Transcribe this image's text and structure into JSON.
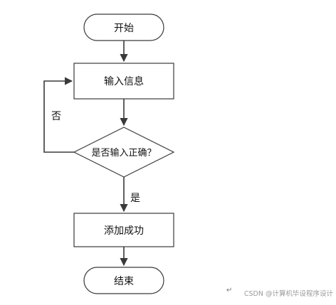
{
  "flowchart": {
    "start": "开始",
    "input": "输入信息",
    "decision": "是否输入正确？",
    "no_label": "否",
    "yes_label": "是",
    "success": "添加成功",
    "end": "结束"
  },
  "watermark": {
    "return_mark": "↵",
    "text": "CSDN @计算机毕设程序设计"
  },
  "colors": {
    "stroke": "#3a3a3a",
    "text": "#111111",
    "watermark": "#9a9a9a",
    "background": "#ffffff"
  }
}
